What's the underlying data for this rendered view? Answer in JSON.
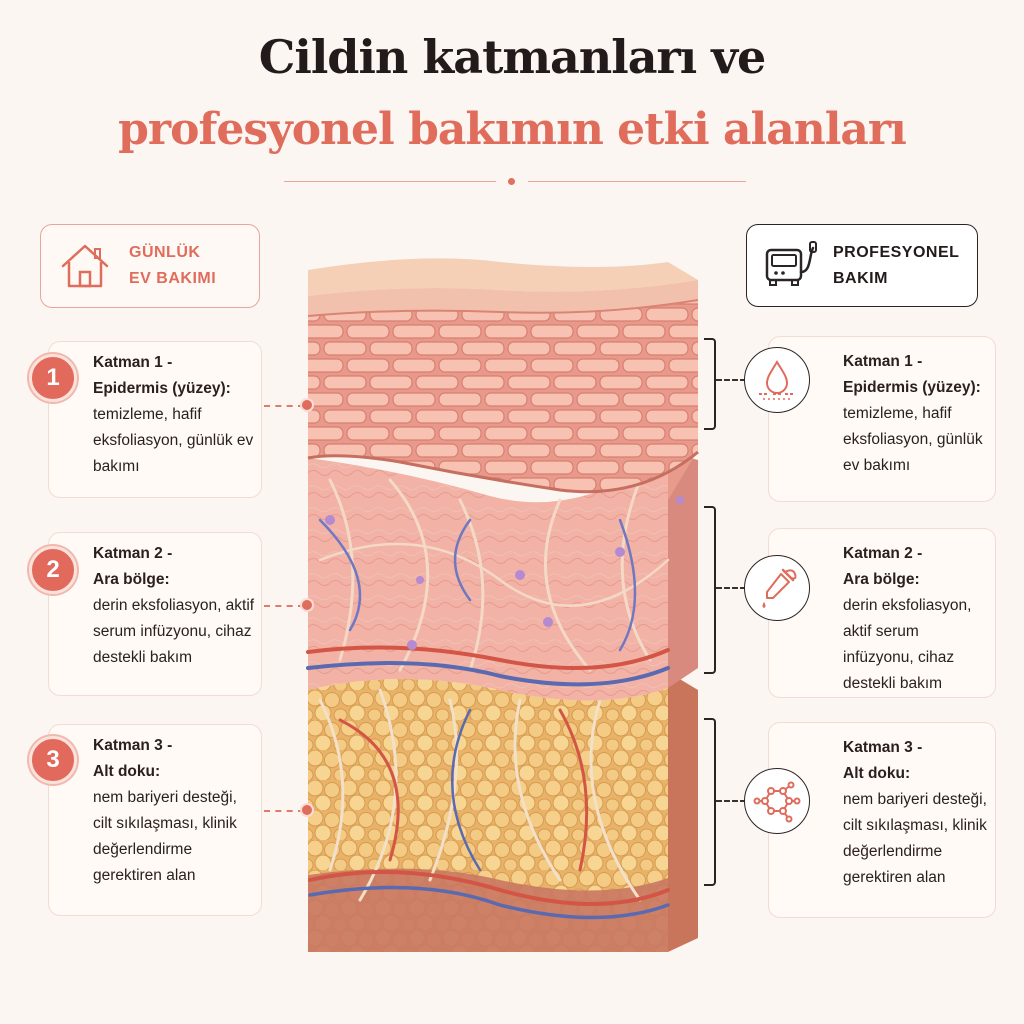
{
  "title": {
    "line1": "Cildin katmanları ve",
    "line2": "profesyonel bakımın etki alanları"
  },
  "headers": {
    "left": {
      "line1": "GÜNLÜK",
      "line2": "EV BAKIMI",
      "icon": "house-icon"
    },
    "right": {
      "line1": "PROFESYONEL",
      "line2": "BAKIM",
      "icon": "device-icon"
    }
  },
  "layers": [
    {
      "number": "1",
      "title_line1": "Katman 1 -",
      "title_line2": "Epidermis (yüzey):",
      "description": "temizleme, hafif eksfoliasyon, günlük ev bakımı",
      "right_icon": "water-drop-icon"
    },
    {
      "number": "2",
      "title_line1": "Katman 2 -",
      "title_line2": "Ara bölge:",
      "description": "derin eksfoliasyon, aktif serum infüzyonu, cihaz destekli bakım",
      "right_icon": "dropper-icon"
    },
    {
      "number": "3",
      "title_line1": "Katman 3 -",
      "title_line2": "Alt doku:",
      "description": "nem bariyeri desteği, cilt sıkılaşması, klinik değerlendirme gerektiren alan",
      "right_icon": "molecule-icon"
    }
  ],
  "colors": {
    "accent": "#e06c5c",
    "dark": "#231b1b",
    "background": "#fbf6f1"
  }
}
